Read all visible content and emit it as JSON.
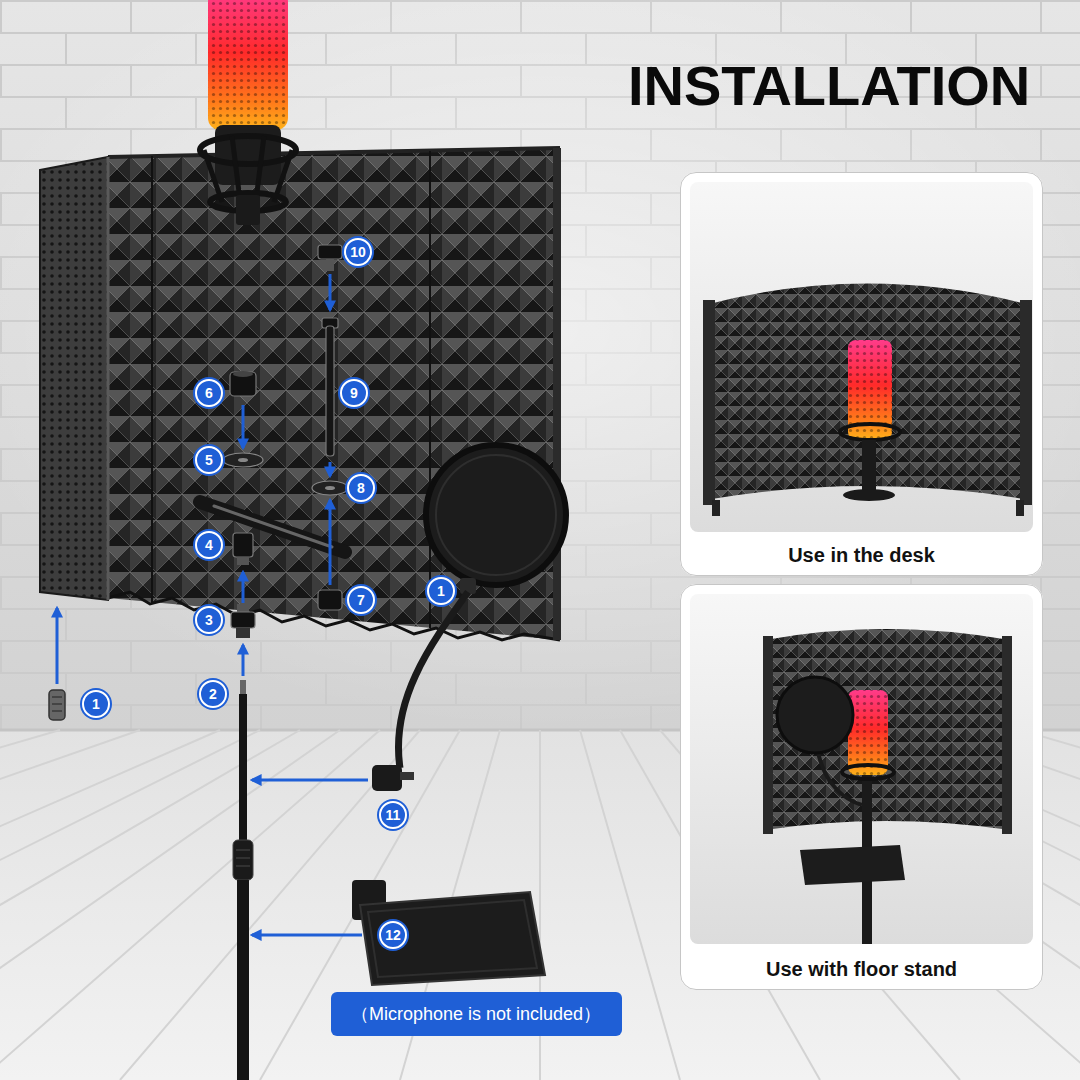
{
  "diagram": {
    "title": "INSTALLATION",
    "nodes": [
      {
        "text": [
          "10"
        ]
      },
      {
        "text": [
          "9"
        ]
      },
      {
        "text": [
          "6"
        ]
      },
      {
        "text": [
          "5"
        ]
      },
      {
        "text": [
          "8"
        ]
      },
      {
        "text": [
          "4"
        ]
      },
      {
        "text": [
          "7"
        ]
      },
      {
        "text": [
          "1"
        ]
      },
      {
        "text": [
          "3"
        ]
      },
      {
        "text": [
          "2"
        ]
      },
      {
        "text": [
          "1"
        ]
      },
      {
        "text": [
          "11"
        ]
      },
      {
        "text": [
          "12"
        ]
      },
      {
        "text": [
          "Use in the desk"
        ]
      },
      {
        "text": [
          "Use with floor stand"
        ]
      },
      {
        "text": [
          "（Microphone is not included）"
        ]
      }
    ]
  }
}
